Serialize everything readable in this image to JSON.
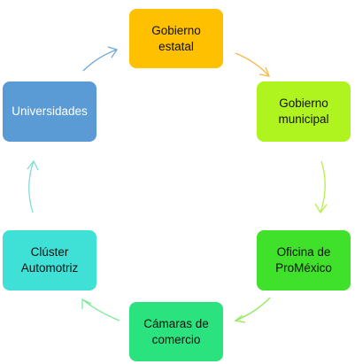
{
  "nodes": {
    "gobierno_estatal": {
      "label": "Gobierno\nestatal",
      "color": "#FFC000"
    },
    "gobierno_municipal": {
      "label": "Gobierno\nmunicipal",
      "color": "#B0F41F"
    },
    "oficina_promexico": {
      "label": "Oficina de\nProMéxico",
      "color": "#3FE12A"
    },
    "camaras_comercio": {
      "label": "Cámaras de\ncomercio",
      "color": "#2BE37E"
    },
    "cluster_automotriz": {
      "label": "Clúster\nAutomotriz",
      "color": "#3FE0D6"
    },
    "universidades": {
      "label": "Universidades",
      "color": "#5B9BD5"
    }
  },
  "arrows": [
    {
      "from": "gobierno_estatal",
      "to": "gobierno_municipal",
      "color": "#F5B84A"
    },
    {
      "from": "gobierno_municipal",
      "to": "oficina_promexico",
      "color": "#B7EE4A"
    },
    {
      "from": "oficina_promexico",
      "to": "camaras_comercio",
      "color": "#8EEB5C"
    },
    {
      "from": "camaras_comercio",
      "to": "cluster_automotriz",
      "color": "#7DEB9B"
    },
    {
      "from": "cluster_automotriz",
      "to": "universidades",
      "color": "#7FDDD6"
    },
    {
      "from": "universidades",
      "to": "gobierno_estatal",
      "color": "#6FA6D8"
    }
  ]
}
